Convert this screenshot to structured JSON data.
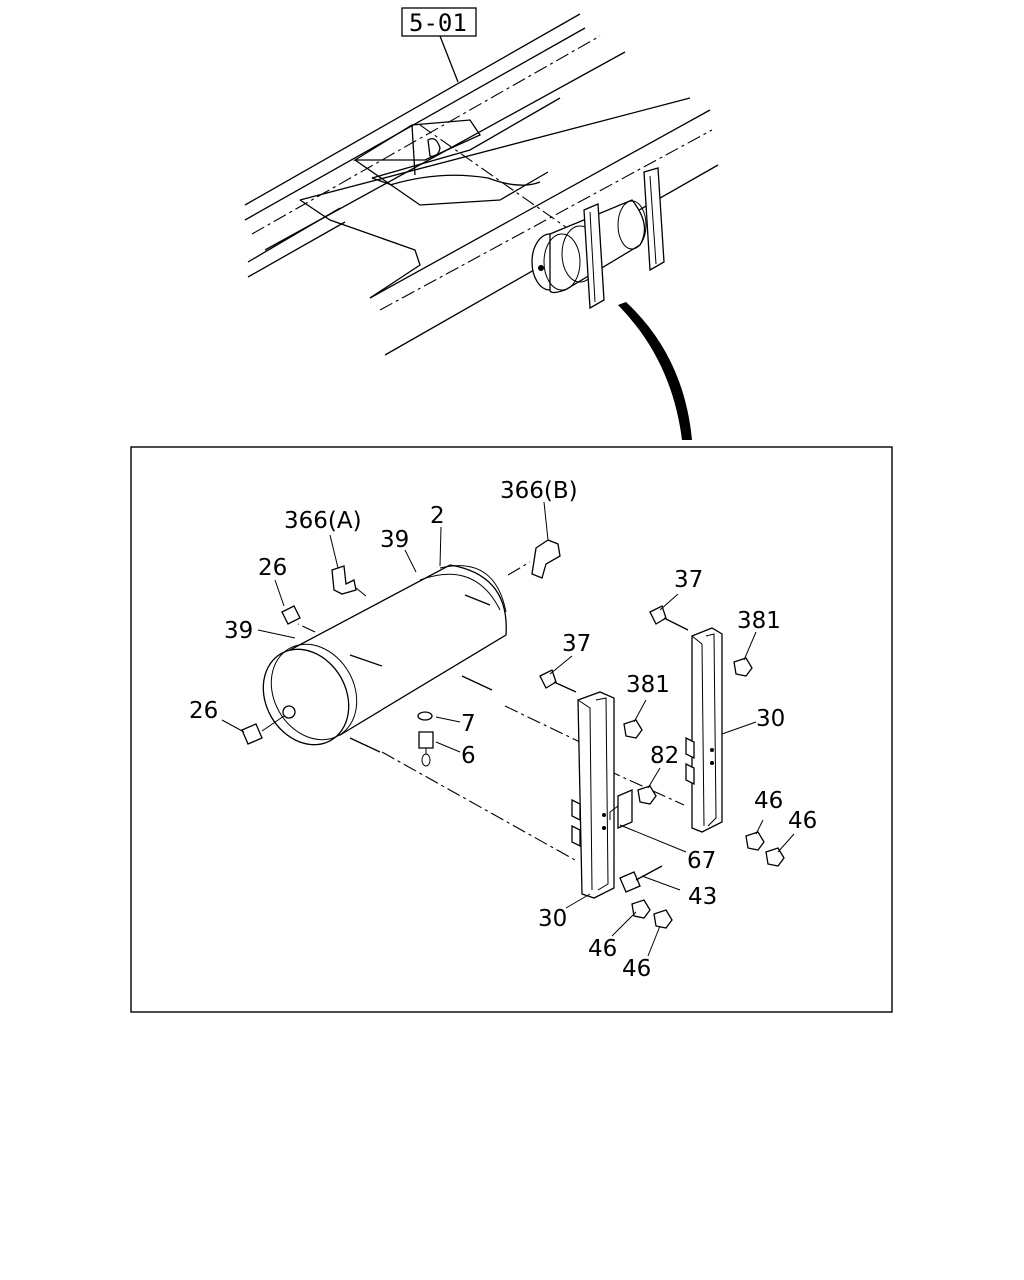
{
  "reference_box": "5-01",
  "callouts": [
    {
      "id": "c-366a",
      "text": "366(A)"
    },
    {
      "id": "c-366b",
      "text": "366(B)"
    },
    {
      "id": "c-2",
      "text": "2"
    },
    {
      "id": "c-39-top",
      "text": "39"
    },
    {
      "id": "c-39-left",
      "text": "39"
    },
    {
      "id": "c-26-top",
      "text": "26"
    },
    {
      "id": "c-26-left",
      "text": "26"
    },
    {
      "id": "c-7",
      "text": "7"
    },
    {
      "id": "c-6",
      "text": "6"
    },
    {
      "id": "c-37-right",
      "text": "37"
    },
    {
      "id": "c-37-left",
      "text": "37"
    },
    {
      "id": "c-381-right",
      "text": "381"
    },
    {
      "id": "c-381-left",
      "text": "381"
    },
    {
      "id": "c-30-right",
      "text": "30"
    },
    {
      "id": "c-30-left",
      "text": "30"
    },
    {
      "id": "c-82",
      "text": "82"
    },
    {
      "id": "c-46-a",
      "text": "46"
    },
    {
      "id": "c-46-b",
      "text": "46"
    },
    {
      "id": "c-67",
      "text": "67"
    },
    {
      "id": "c-43",
      "text": "43"
    },
    {
      "id": "c-46-c",
      "text": "46"
    },
    {
      "id": "c-46-d",
      "text": "46"
    }
  ]
}
